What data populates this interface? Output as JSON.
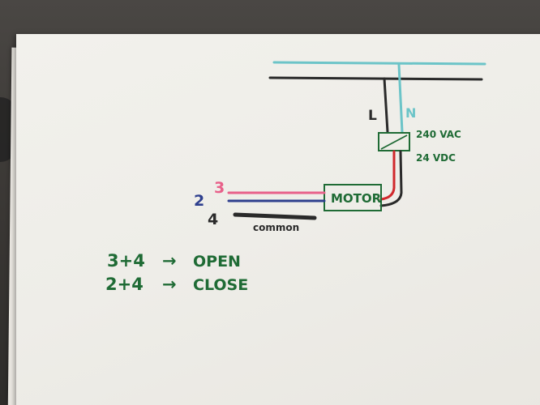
{
  "labels": {
    "live": "L",
    "neutral": "N",
    "relay_ac": "240 VAC",
    "relay_dc": "24 VDC",
    "motor": "MOTOR",
    "wire_open": "3",
    "wire_close": "2",
    "wire_common": "4",
    "common": "common"
  },
  "notes": [
    {
      "combo": "3+4",
      "arrow": "→",
      "action": "OPEN"
    },
    {
      "combo": "2+4",
      "arrow": "→",
      "action": "CLOSE"
    }
  ],
  "colors": {
    "cyan_wire": "#6cc4c8",
    "black_wire": "#2a2a2a",
    "pink_wire": "#e8608a",
    "blue_wire": "#2e3f8e",
    "red_wire": "#d0282c",
    "green_ink": "#1f6b35",
    "pink_ink": "#e8608a",
    "blue_ink": "#2e3f8e"
  }
}
